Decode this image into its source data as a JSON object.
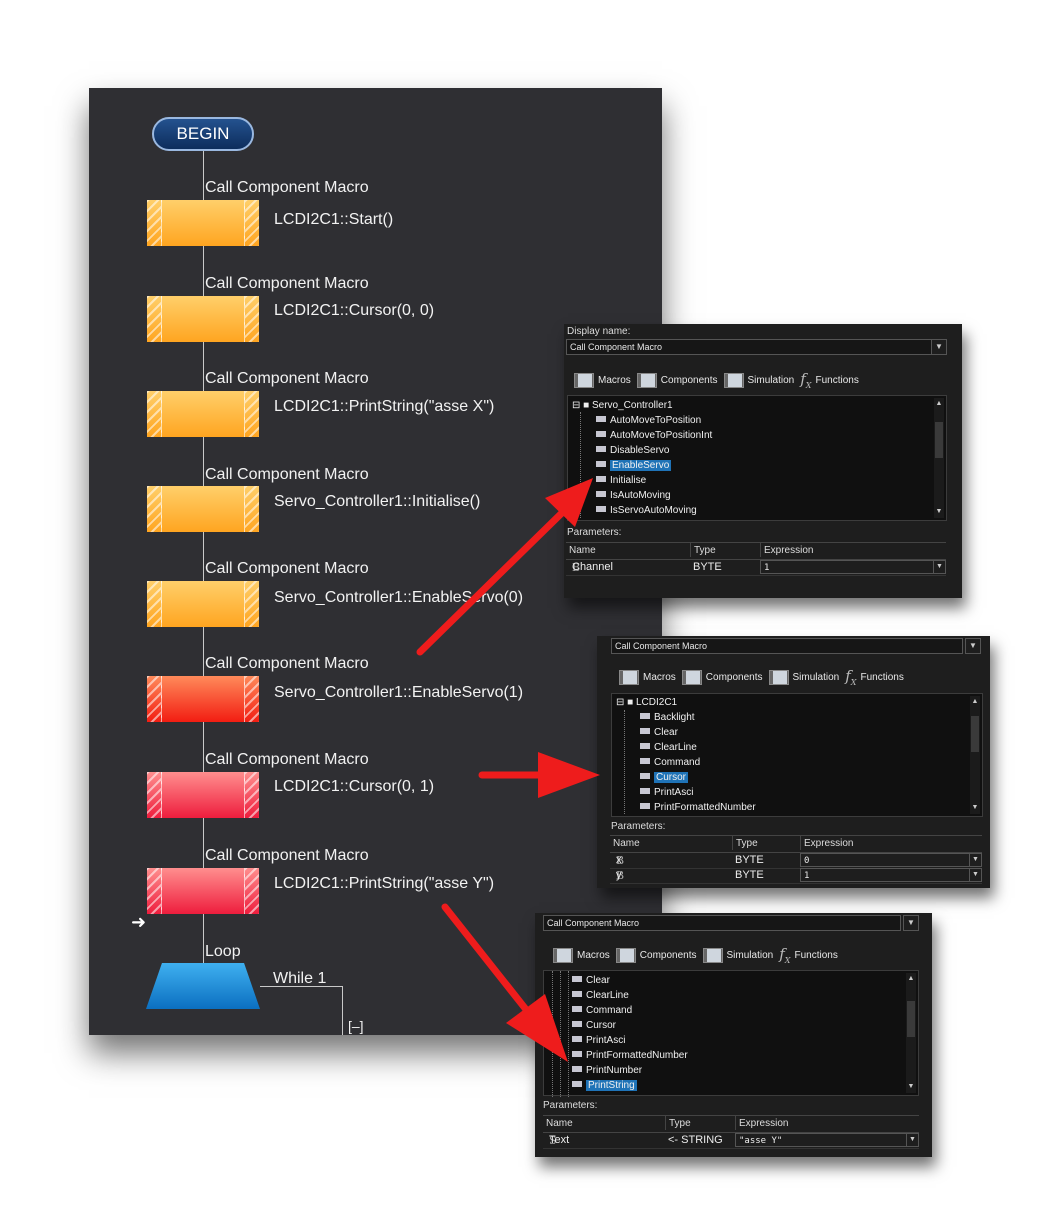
{
  "flowchart": {
    "begin_label": "BEGIN",
    "steps": [
      {
        "title": "Call Component Macro",
        "call": "LCDI2C1::Start()"
      },
      {
        "title": "Call Component Macro",
        "call": "LCDI2C1::Cursor(0, 0)"
      },
      {
        "title": "Call Component Macro",
        "call": "LCDI2C1::PrintString(\"asse X\")"
      },
      {
        "title": "Call Component Macro",
        "call": "Servo_Controller1::Initialise()"
      },
      {
        "title": "Call Component Macro",
        "call": "Servo_Controller1::EnableServo(0)"
      },
      {
        "title": "Call Component Macro",
        "call": "Servo_Controller1::EnableServo(1)"
      },
      {
        "title": "Call Component Macro",
        "call": "LCDI2C1::Cursor(0, 1)"
      },
      {
        "title": "Call Component Macro",
        "call": "LCDI2C1::PrintString(\"asse Y\")"
      }
    ],
    "loop_label": "Loop",
    "while_label": "While 1",
    "collapse_label": "[–]",
    "cursor_icon": "right-arrow-icon"
  },
  "tabs": {
    "macros": "Macros",
    "components": "Components",
    "simulation": "Simulation",
    "functions": "Functions",
    "fx_glyph": "f",
    "fx_sub": "X"
  },
  "panel1": {
    "display_name_label": "Display name:",
    "display_name_value": "Call Component Macro",
    "tree_root": "Servo_Controller1",
    "tree_items": [
      "AutoMoveToPosition",
      "AutoMoveToPositionInt",
      "DisableServo",
      "EnableServo",
      "Initialise",
      "IsAutoMoving",
      "IsServoAutoMoving"
    ],
    "selected_item": "EnableServo",
    "parameters_label": "Parameters:",
    "columns": [
      "Name",
      "Type",
      "Expression"
    ],
    "params": [
      {
        "icon": "B",
        "name": "Channel",
        "type": "BYTE",
        "expr": "1"
      }
    ]
  },
  "panel2": {
    "display_name_value": "Call Component Macro",
    "tree_root": "LCDI2C1",
    "tree_items": [
      "Backlight",
      "Clear",
      "ClearLine",
      "Command",
      "Cursor",
      "PrintAsci",
      "PrintFormattedNumber"
    ],
    "selected_item": "Cursor",
    "parameters_label": "Parameters:",
    "columns": [
      "Name",
      "Type",
      "Expression"
    ],
    "params": [
      {
        "icon": "B",
        "name": "x",
        "type": "BYTE",
        "expr": "0"
      },
      {
        "icon": "B",
        "name": "y",
        "type": "BYTE",
        "expr": "1"
      }
    ]
  },
  "panel3": {
    "display_name_value": "Call Component Macro",
    "tree_items": [
      "Clear",
      "ClearLine",
      "Command",
      "Cursor",
      "PrintAsci",
      "PrintFormattedNumber",
      "PrintNumber",
      "PrintString"
    ],
    "selected_item": "PrintString",
    "parameters_label": "Parameters:",
    "columns": [
      "Name",
      "Type",
      "Expression"
    ],
    "params": [
      {
        "icon": "S",
        "name": "Text",
        "type": "<- STRING",
        "expr": "\"asse Y\""
      }
    ]
  },
  "colors": {
    "arrow": "#ee1c1c",
    "selection": "#1f73b7",
    "canvas": "#2f2f33",
    "panel": "#1e1e1e"
  }
}
